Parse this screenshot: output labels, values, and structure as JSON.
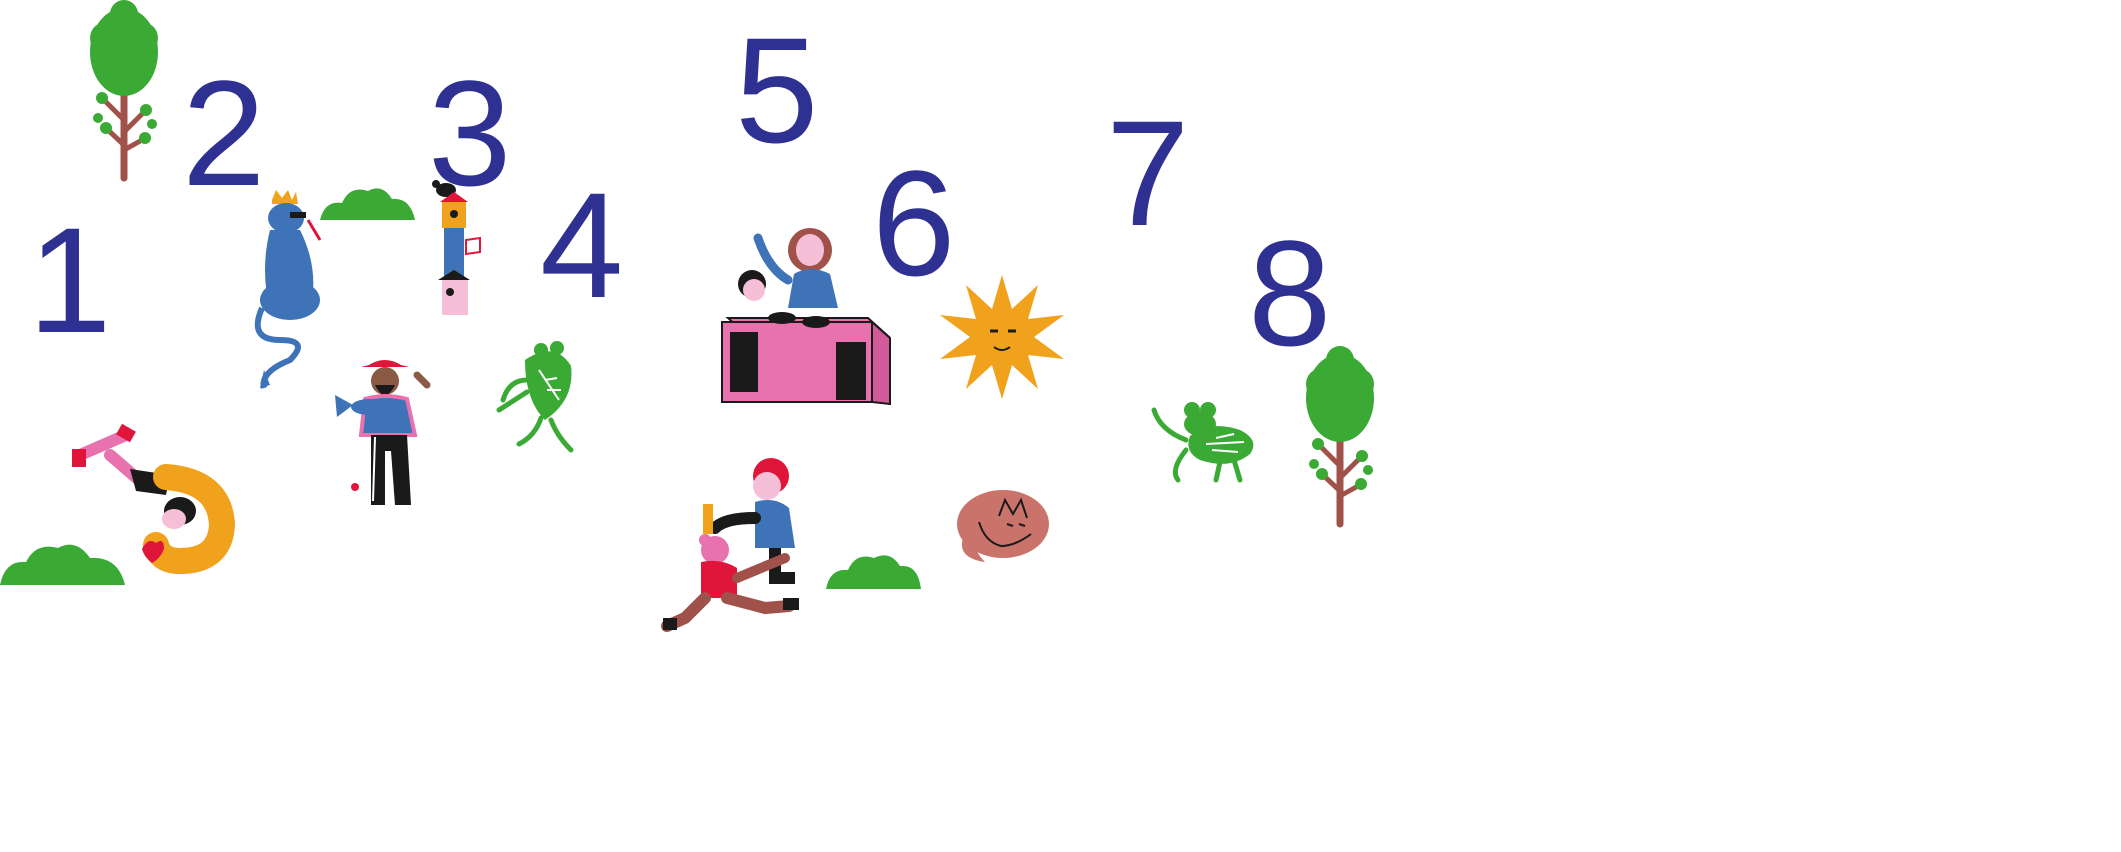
{
  "colors": {
    "number": "#2e3192",
    "tree_green": "#3aaa35",
    "trunk": "#a0524a",
    "blue": "#3f73b8",
    "pink": "#e872ad",
    "orange": "#f0a21c",
    "red": "#e0153a",
    "cat": "#c9736b",
    "black": "#1a1a1a"
  },
  "numbers": [
    {
      "label": "1"
    },
    {
      "label": "2"
    },
    {
      "label": "3"
    },
    {
      "label": "4"
    },
    {
      "label": "5"
    },
    {
      "label": "6"
    },
    {
      "label": "7"
    },
    {
      "label": "8"
    }
  ],
  "illustrations": [
    "tree-left",
    "bush-top",
    "blue-lion-with-crown",
    "birdhouse-with-crow",
    "man-with-red-hat-and-fish",
    "green-dancing-creature",
    "dj-booth-with-two-djs",
    "sun-with-face",
    "green-lizard",
    "tree-right",
    "person-lying-drawing-heart",
    "bush-bottom-left",
    "two-kids-playing",
    "bush-bottom-middle",
    "sleeping-cat"
  ]
}
